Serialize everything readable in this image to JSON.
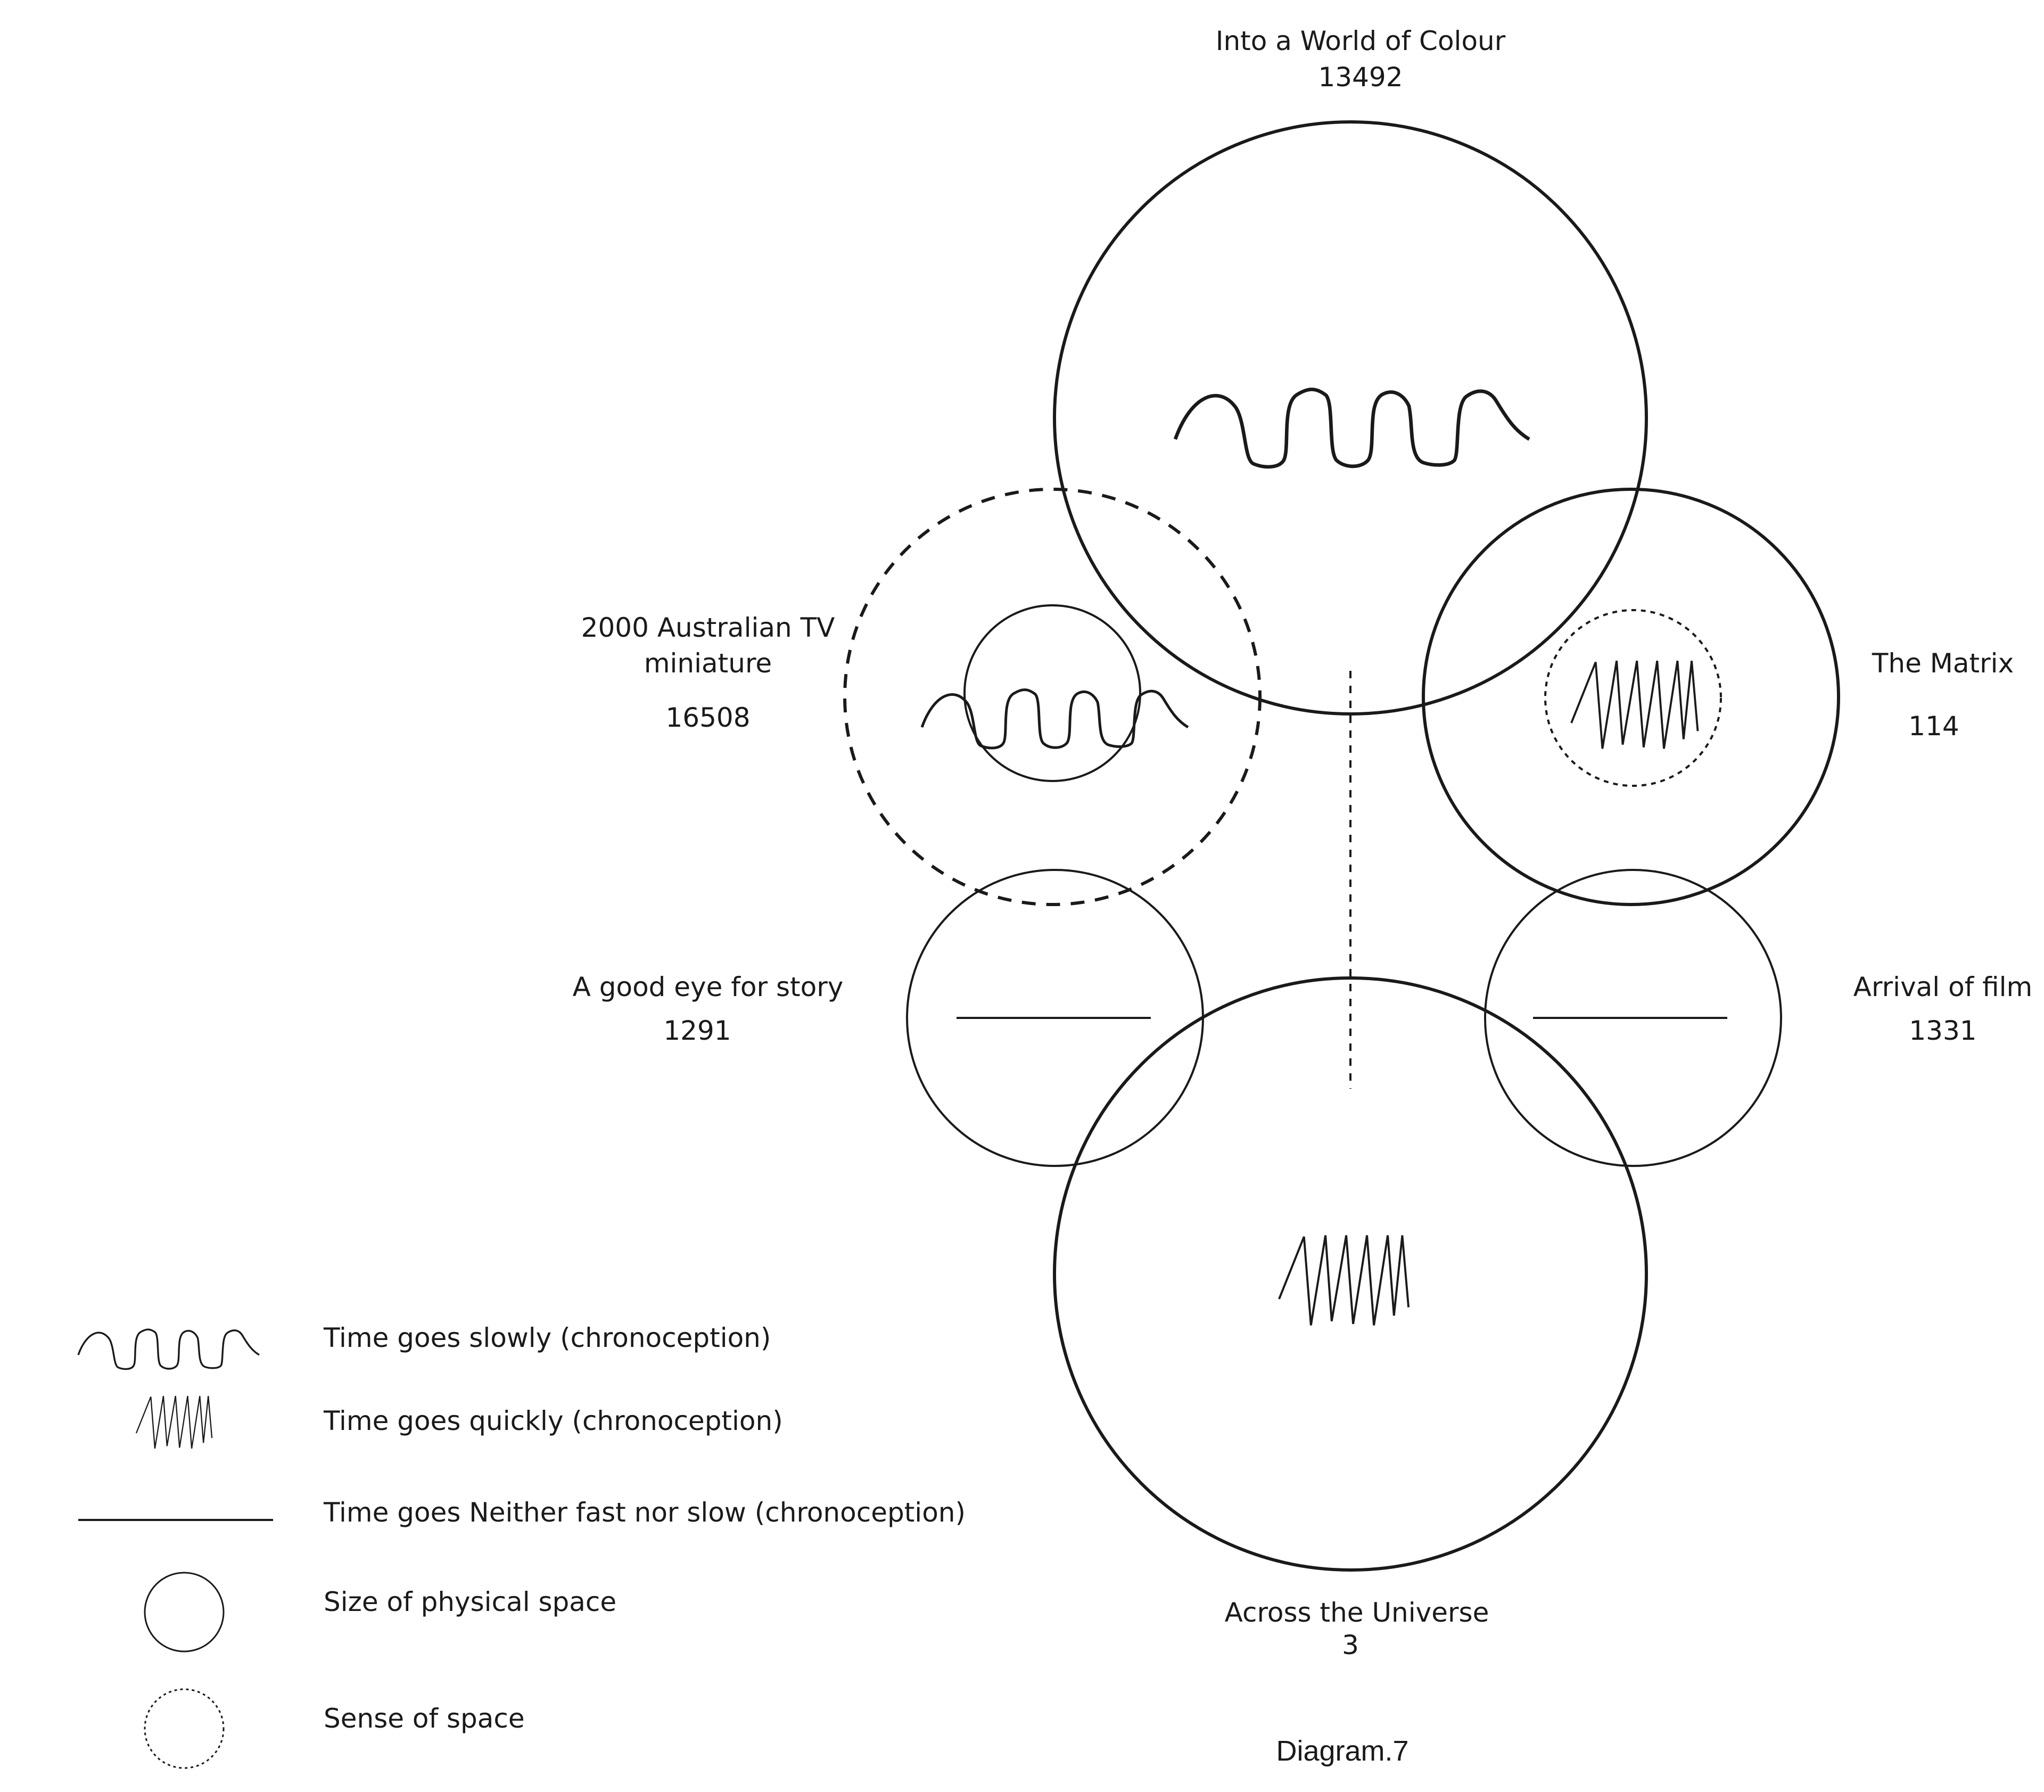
{
  "diagram": {
    "caption": "Diagram.7",
    "nodes": {
      "into_world": {
        "title": "Into a World of Colour",
        "value": "13492",
        "time": "slowly"
      },
      "australian_tv": {
        "title_line1": "2000 Australian TV",
        "title_line2": "miniature",
        "value": "16508",
        "time": "slowly"
      },
      "matrix": {
        "title": "The Matrix",
        "value": "114",
        "time": "quickly"
      },
      "good_eye": {
        "title": "A good eye for story",
        "value": "1291",
        "time": "neither"
      },
      "arrival": {
        "title": "Arrival of film",
        "value": "1331",
        "time": "neither"
      },
      "across": {
        "title": "Across the Universe",
        "value": "3",
        "time": "quickly"
      }
    },
    "legend": [
      {
        "icon": "slow-wave-icon",
        "label": "Time goes slowly (chronoception)"
      },
      {
        "icon": "fast-zigzag-icon",
        "label": "Time goes quickly (chronoception)"
      },
      {
        "icon": "flat-line-icon",
        "label": "Time goes Neither fast nor slow (chronoception)"
      },
      {
        "icon": "solid-circle-icon",
        "label": "Size of physical space"
      },
      {
        "icon": "dotted-circle-icon",
        "label": "Sense of space"
      }
    ]
  }
}
